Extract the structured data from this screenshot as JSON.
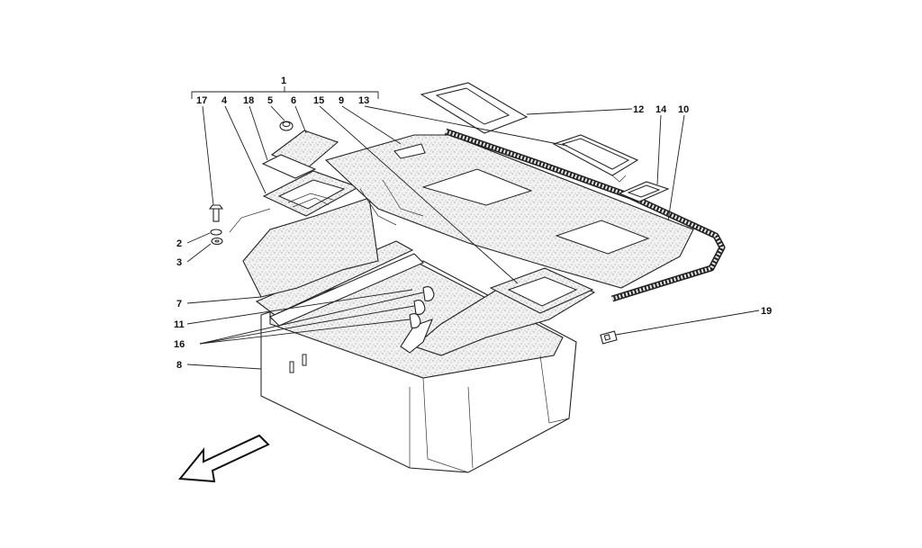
{
  "diagram": {
    "callouts": {
      "c1": "1",
      "c17": "17",
      "c4": "4",
      "c18": "18",
      "c5": "5",
      "c6": "6",
      "c15": "15",
      "c9": "9",
      "c13": "13",
      "c12": "12",
      "c14": "14",
      "c10": "10",
      "c2": "2",
      "c3": "3",
      "c7": "7",
      "c11": "11",
      "c16": "16",
      "c8": "8",
      "c19": "19"
    },
    "direction_arrow": "arrow-icon"
  }
}
